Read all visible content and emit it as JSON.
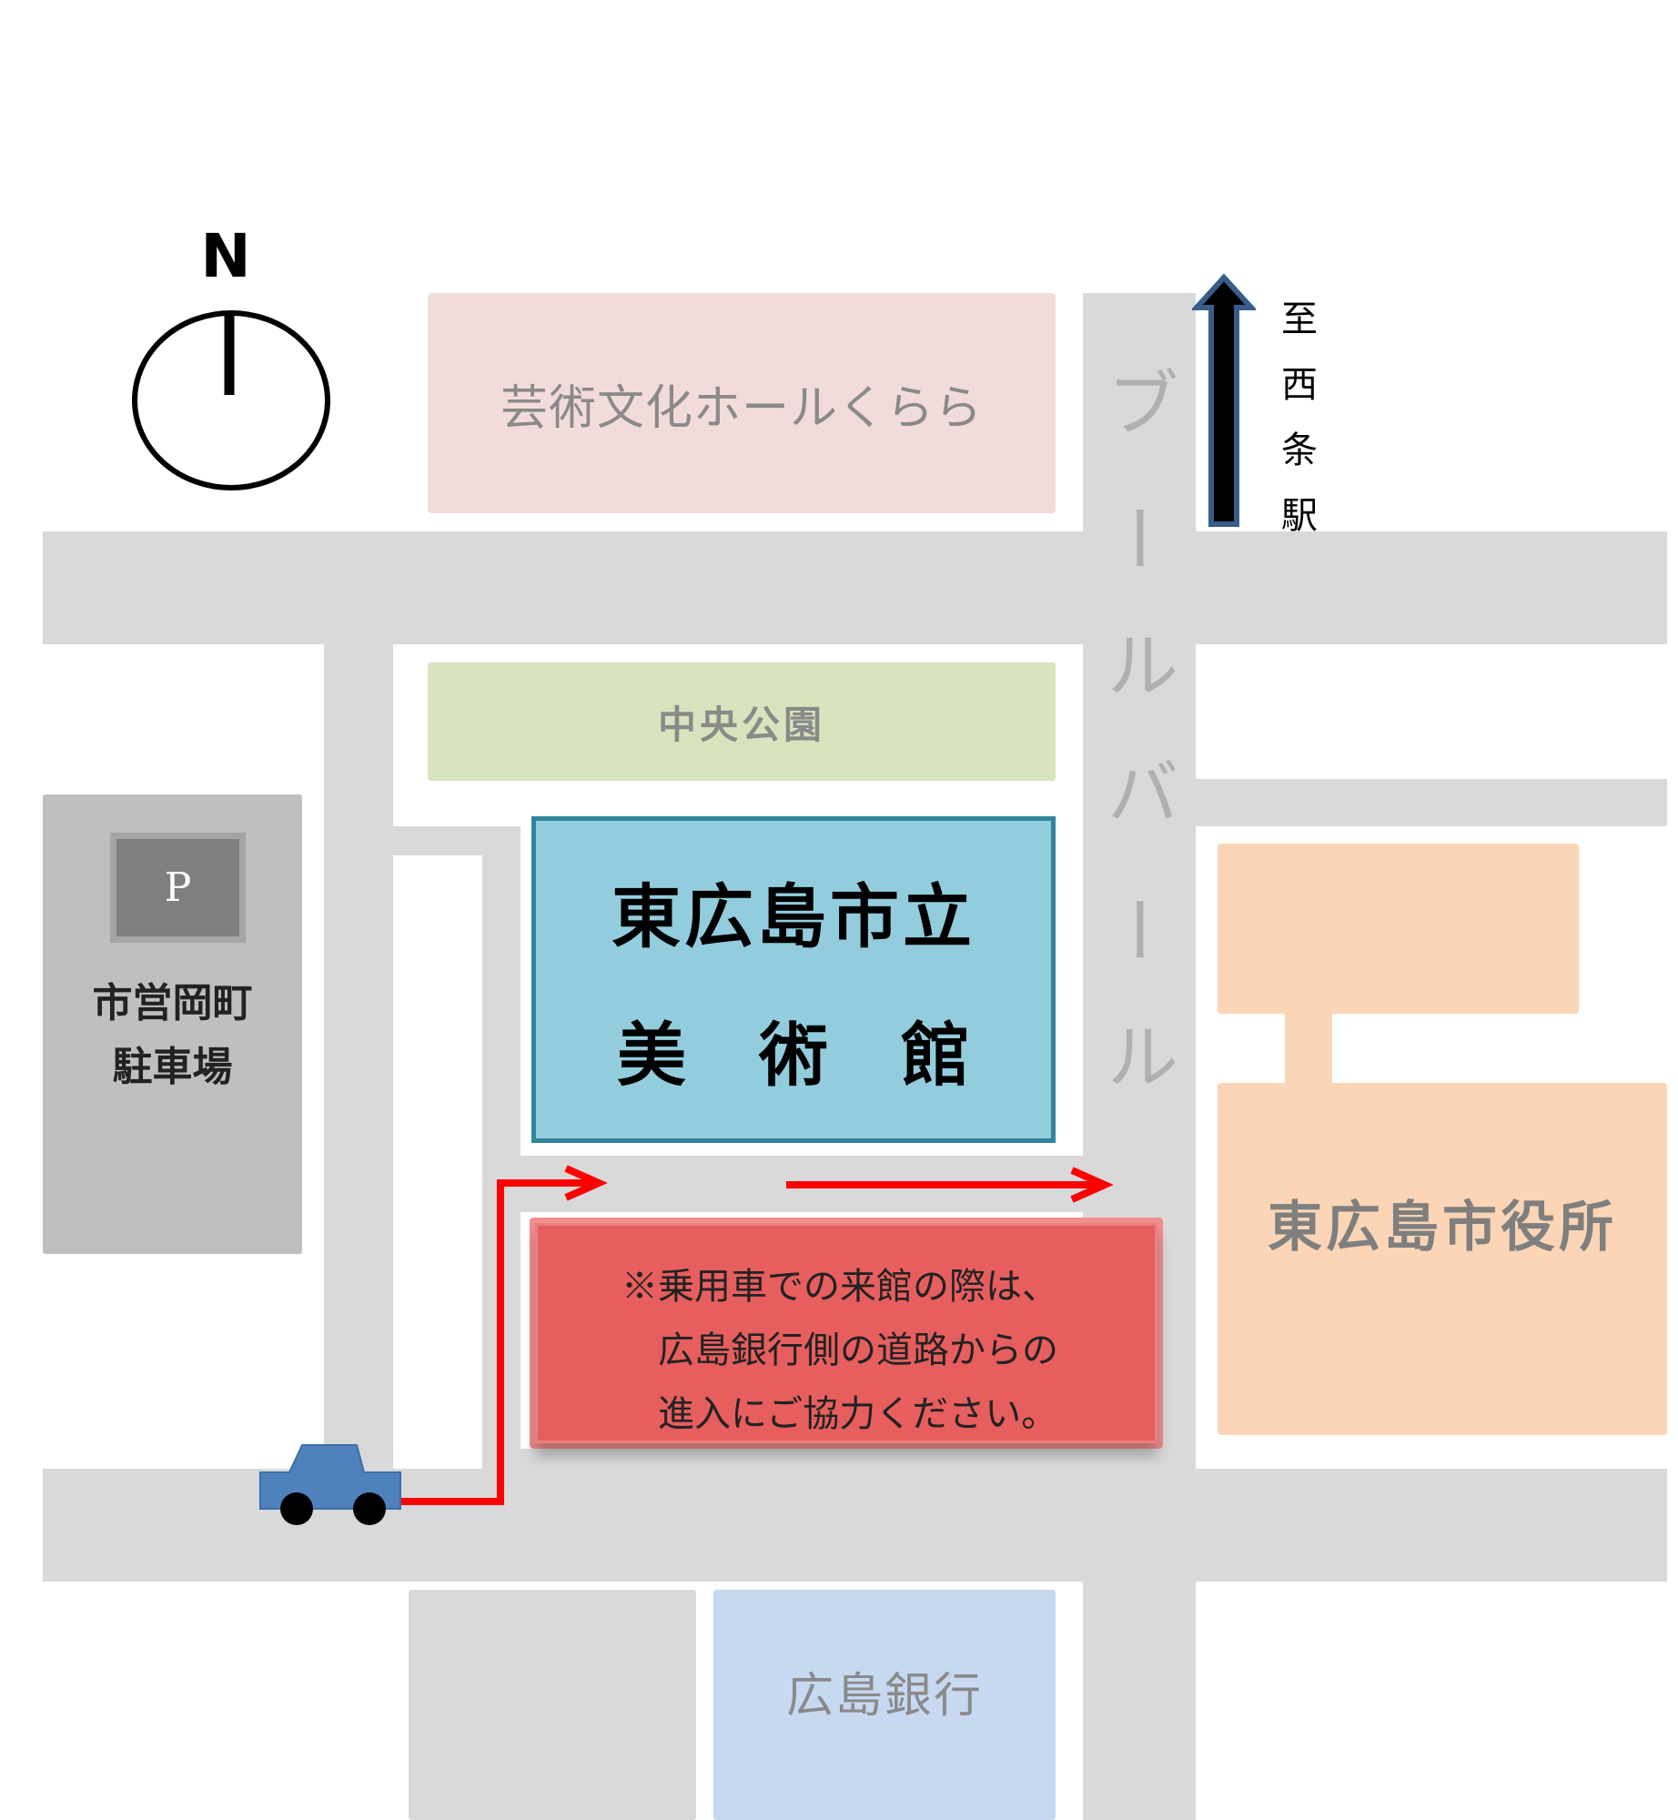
{
  "compass": {
    "label": "N",
    "icon": "compass-north-icon"
  },
  "buildings": {
    "culture_hall": "芸術文化ホールくらら",
    "central_park": "中央公園",
    "museum_line1": "東広島市立",
    "museum_line2": "美術館",
    "city_hall": "東広島市役所",
    "bank": "広島銀行"
  },
  "parking": {
    "sign": "P",
    "name_line1": "市営岡町",
    "name_line2": "駐車場"
  },
  "road": {
    "boulevard": [
      "ブ",
      "ー",
      "ル",
      "バ",
      "ー",
      "ル"
    ]
  },
  "direction": {
    "to_station": [
      "至",
      "西",
      "条",
      "駅"
    ]
  },
  "notice": {
    "line1": "※乗用車での来館の際は、",
    "line2": "広島銀行側の道路からの",
    "line3": "進入にご協力ください。"
  },
  "colors": {
    "road": "#d9d9d9",
    "route_arrow": "#ff0000",
    "car": "#4f81bd",
    "museum": "#93cddd",
    "city_hall": "#fbd5b5",
    "bank": "#c6d9f1",
    "park": "#d7e4bd",
    "culture_hall": "#f2dcdb",
    "notice": "#e45858"
  }
}
